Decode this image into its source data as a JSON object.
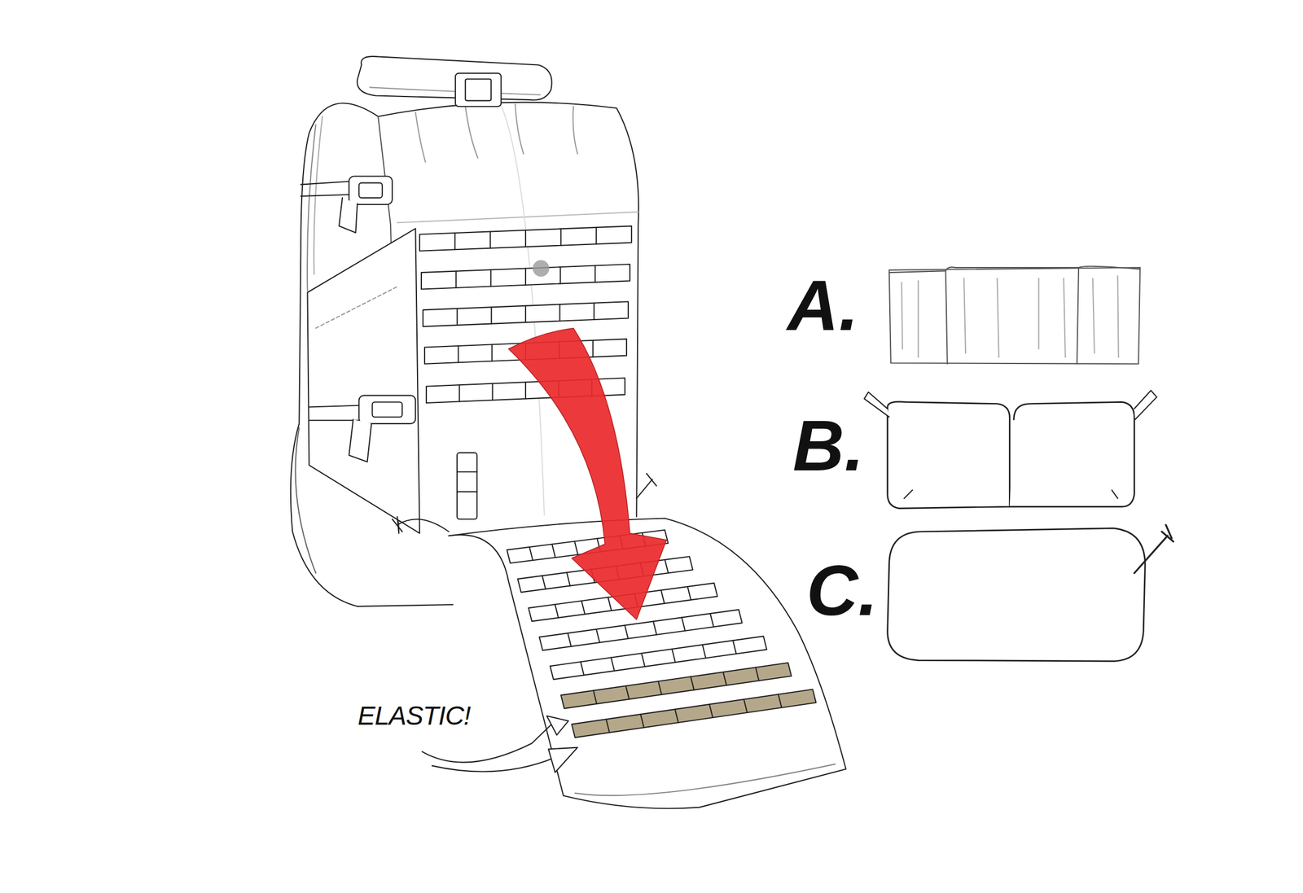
{
  "diagram": {
    "labels": [
      "A.",
      "B.",
      "C.",
      "ELASTIC!"
    ]
  }
}
